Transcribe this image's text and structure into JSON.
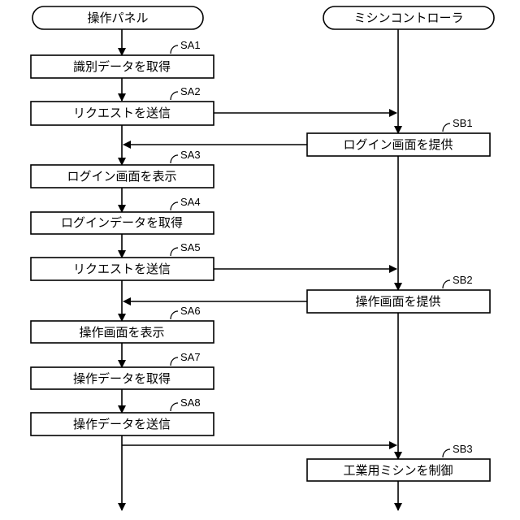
{
  "lanes": {
    "left": "操作パネル",
    "right": "ミシンコントローラ"
  },
  "left_steps": [
    {
      "id": "SA1",
      "label": "識別データを取得"
    },
    {
      "id": "SA2",
      "label": "リクエストを送信"
    },
    {
      "id": "SA3",
      "label": "ログイン画面を表示"
    },
    {
      "id": "SA4",
      "label": "ログインデータを取得"
    },
    {
      "id": "SA5",
      "label": "リクエストを送信"
    },
    {
      "id": "SA6",
      "label": "操作画面を表示"
    },
    {
      "id": "SA7",
      "label": "操作データを取得"
    },
    {
      "id": "SA8",
      "label": "操作データを送信"
    }
  ],
  "right_steps": [
    {
      "id": "SB1",
      "label": "ログイン画面を提供"
    },
    {
      "id": "SB2",
      "label": "操作画面を提供"
    },
    {
      "id": "SB3",
      "label": "工業用ミシンを制御"
    }
  ]
}
